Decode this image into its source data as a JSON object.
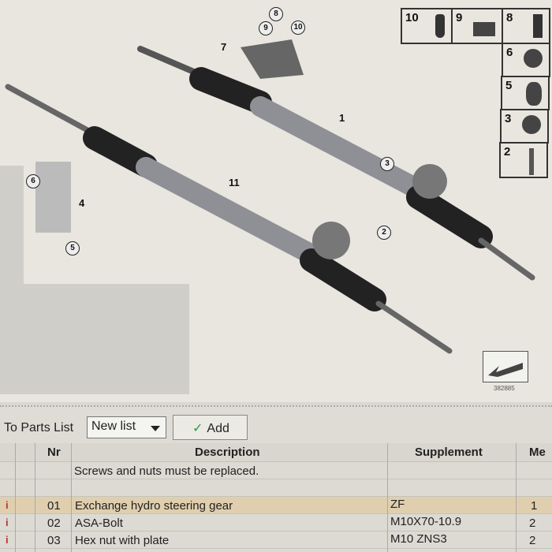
{
  "diagram": {
    "callouts": [
      "1",
      "2",
      "3",
      "4",
      "5",
      "6",
      "7",
      "8",
      "9",
      "10",
      "11"
    ],
    "parts_panel": [
      "10",
      "9",
      "8",
      "6",
      "5",
      "3",
      "2"
    ],
    "diagram_number": "382885"
  },
  "toolbar": {
    "to_parts_list_label": "To Parts List",
    "list_select_value": "New list",
    "add_label": "Add",
    "add_icon": "check-icon"
  },
  "table": {
    "headers": {
      "nr": "Nr",
      "description": "Description",
      "supplement": "Supplement",
      "menge": "Me"
    },
    "note": "Screws and nuts must be replaced.",
    "rows": [
      {
        "nr": "01",
        "description": "Exchange hydro steering gear",
        "supplement": "ZF",
        "qty": "1",
        "info": "i",
        "highlighted": true
      },
      {
        "nr": "02",
        "description": "ASA-Bolt",
        "supplement": "M10X70-10.9",
        "qty": "2",
        "info": "i"
      },
      {
        "nr": "03",
        "description": "Hex nut with plate",
        "supplement": "M10 ZNS3",
        "qty": "2",
        "info": "i"
      }
    ]
  },
  "colors": {
    "highlight": "#e0cfae",
    "check": "#2a9a4a",
    "info": "#b33333"
  }
}
